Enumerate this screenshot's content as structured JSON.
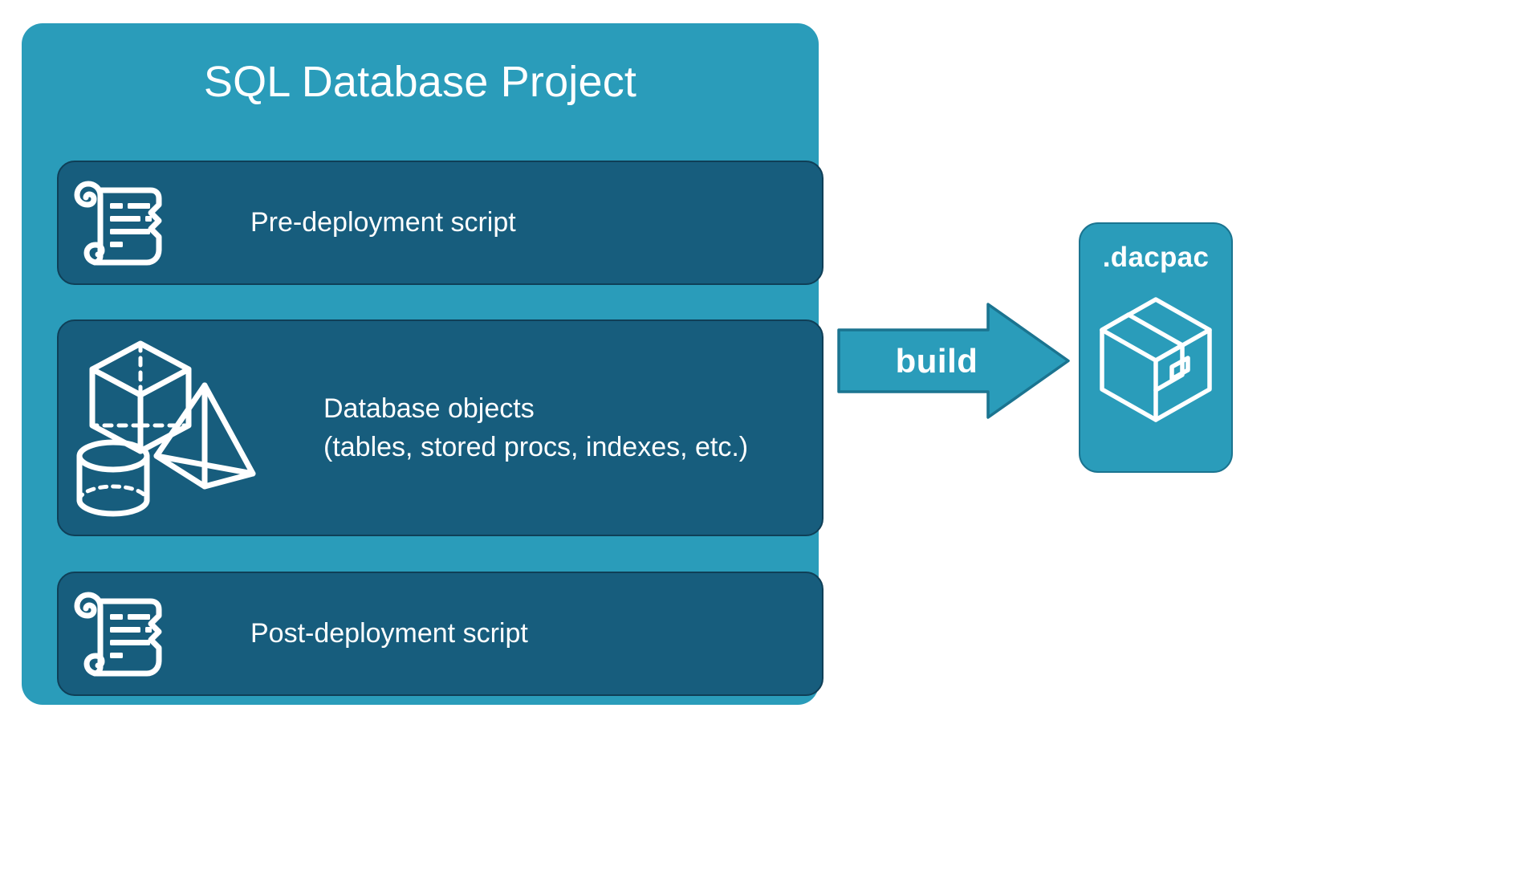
{
  "diagram": {
    "type": "flow-diagram",
    "background_color": "#ffffff",
    "panel": {
      "title": "SQL Database Project",
      "fill_color": "#2a9cba",
      "title_color": "#ffffff",
      "cards": [
        {
          "id": "pre-deployment",
          "icon": "scroll-icon",
          "lines": [
            "Pre-deployment script"
          ],
          "fill_color": "#175d7d"
        },
        {
          "id": "database-objects",
          "icon": "shapes-icon",
          "lines": [
            "Database objects",
            "(tables, stored procs, indexes, etc.)"
          ],
          "fill_color": "#175d7d"
        },
        {
          "id": "post-deployment",
          "icon": "scroll-icon",
          "lines": [
            "Post-deployment script"
          ],
          "fill_color": "#175d7d"
        }
      ]
    },
    "arrow": {
      "label": "build",
      "direction": "right",
      "fill_color": "#2a9cba",
      "stroke_color": "#1b7490",
      "label_color": "#ffffff"
    },
    "output": {
      "label": ".dacpac",
      "icon": "package-box-icon",
      "fill_color": "#2a9cba",
      "stroke_color": "#1b7490",
      "label_color": "#ffffff"
    }
  }
}
